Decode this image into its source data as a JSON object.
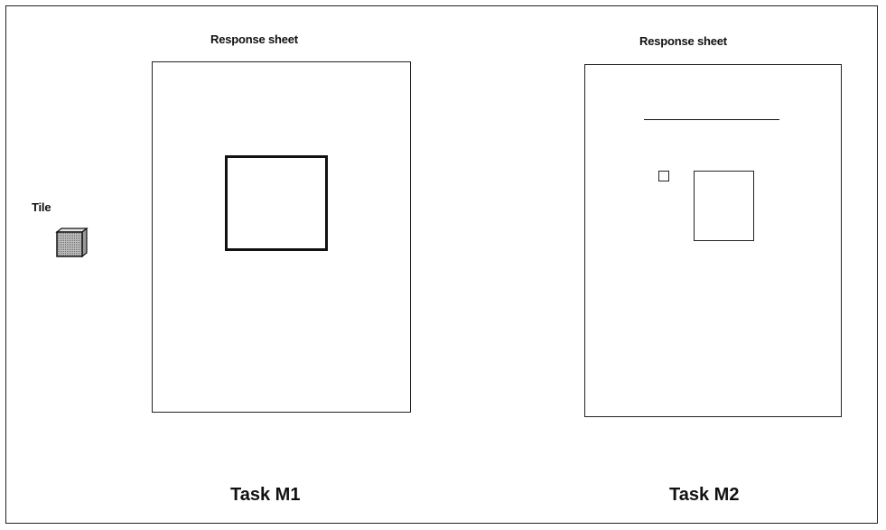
{
  "figure": {
    "tile_label": "Tile",
    "task1": {
      "sheet_label": "Response sheet",
      "title": "Task M1"
    },
    "task2": {
      "sheet_label": "Response sheet",
      "title": "Task M2"
    }
  }
}
